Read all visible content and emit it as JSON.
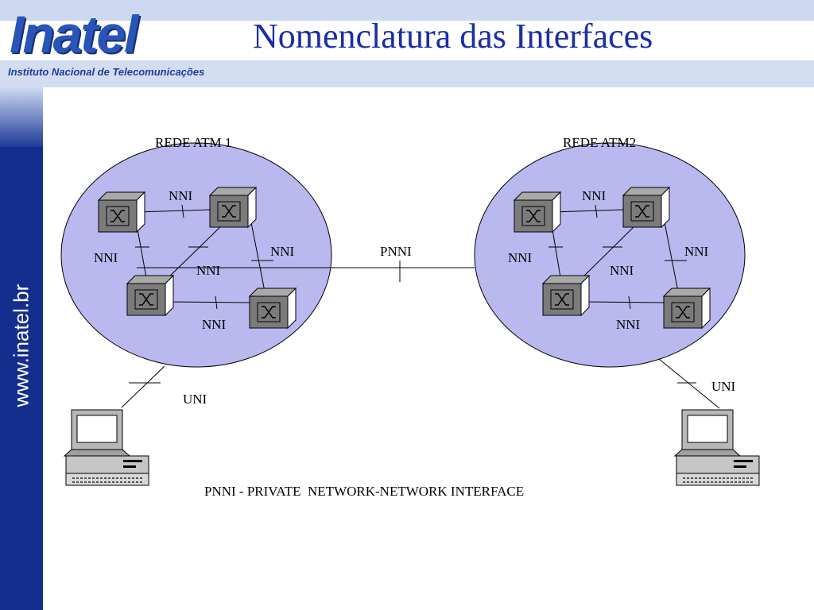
{
  "slide": {
    "title": "Nomenclatura das Interfaces",
    "logo": {
      "word": "Inatel",
      "subtitle": "Instituto Nacional de Telecomunicações"
    },
    "sidebar_url": "www.inatel.br",
    "colors": {
      "header_band": "#cdd9f1",
      "sidebar": "#142e8e",
      "title": "#1a2ea8",
      "network_fill": "#b9b9ef",
      "switch_fill": "#7b7b7b"
    }
  },
  "diagram": {
    "network1_label": "REDE ATM 1",
    "network2_label": "REDE ATM2",
    "pnni_label": "PNNI",
    "footer": "PNNI - PRIVATE  NETWORK-NETWORK INTERFACE",
    "network1": {
      "nni_labels": [
        "NNI",
        "NNI",
        "NNI",
        "NNI",
        "NNI"
      ],
      "uni_label": "UNI"
    },
    "network2": {
      "nni_labels": [
        "NNI",
        "NNI",
        "NNI",
        "NNI",
        "NNI"
      ],
      "uni_label": "UNI"
    },
    "icons": {
      "switch": "atm-switch-icon",
      "computer": "desktop-computer-icon"
    }
  }
}
